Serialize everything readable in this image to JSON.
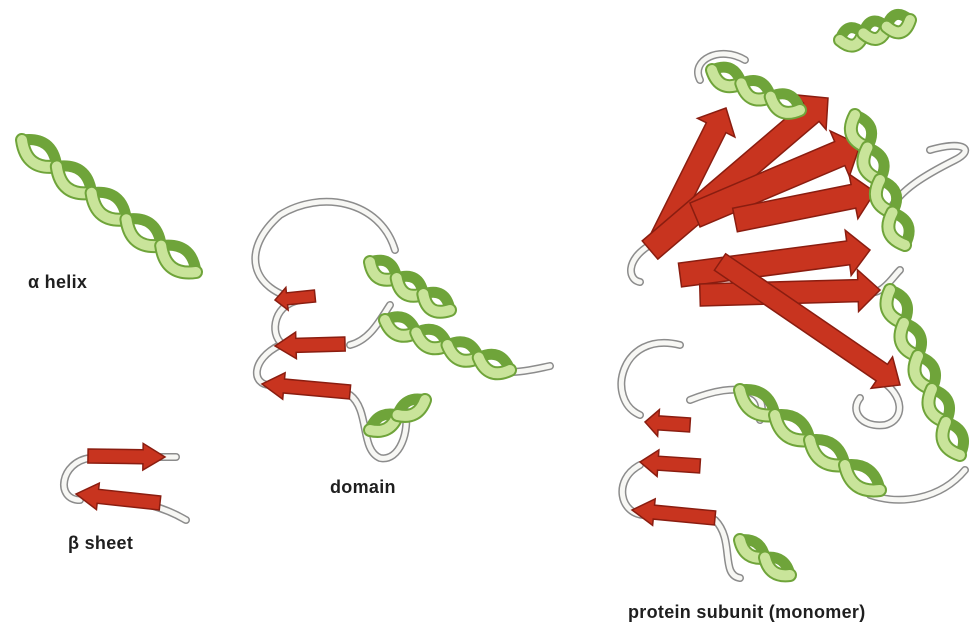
{
  "labels": {
    "alpha_helix": "α helix",
    "beta_sheet": "β sheet",
    "domain": "domain",
    "protein_subunit": "protein subunit (monomer)"
  },
  "colors": {
    "helix_light": "#c9e49a",
    "helix_dark": "#6fa43a",
    "strand_fill": "#c8341f",
    "strand_dark": "#8a1d10",
    "loop_fill": "#f7f7f4",
    "loop_stroke": "#8c8c8c"
  }
}
